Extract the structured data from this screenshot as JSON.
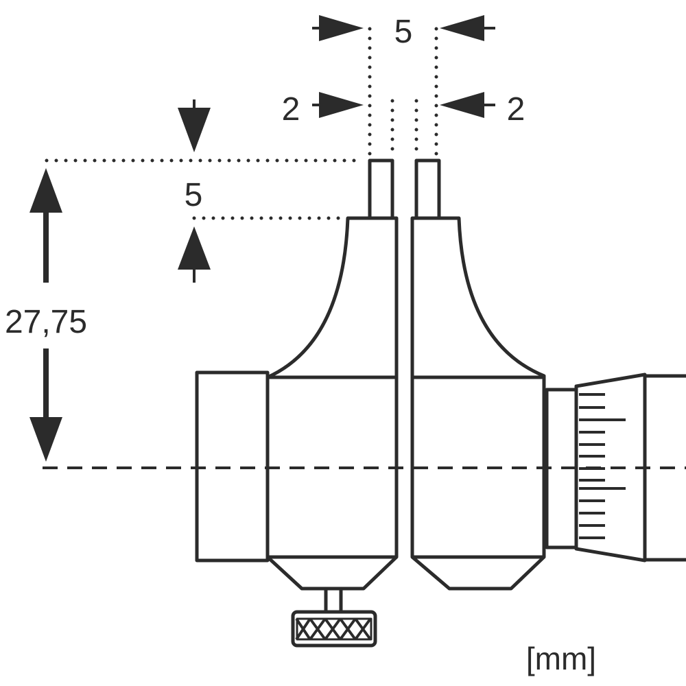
{
  "dimensions": {
    "top_width": "5",
    "left_jaw_width": "2",
    "right_jaw_width": "2",
    "tip_length": "5",
    "height_to_axis": "27,75"
  },
  "unit_label": "[mm]",
  "colors": {
    "line": "#2b2b2b",
    "background": "#ffffff"
  }
}
